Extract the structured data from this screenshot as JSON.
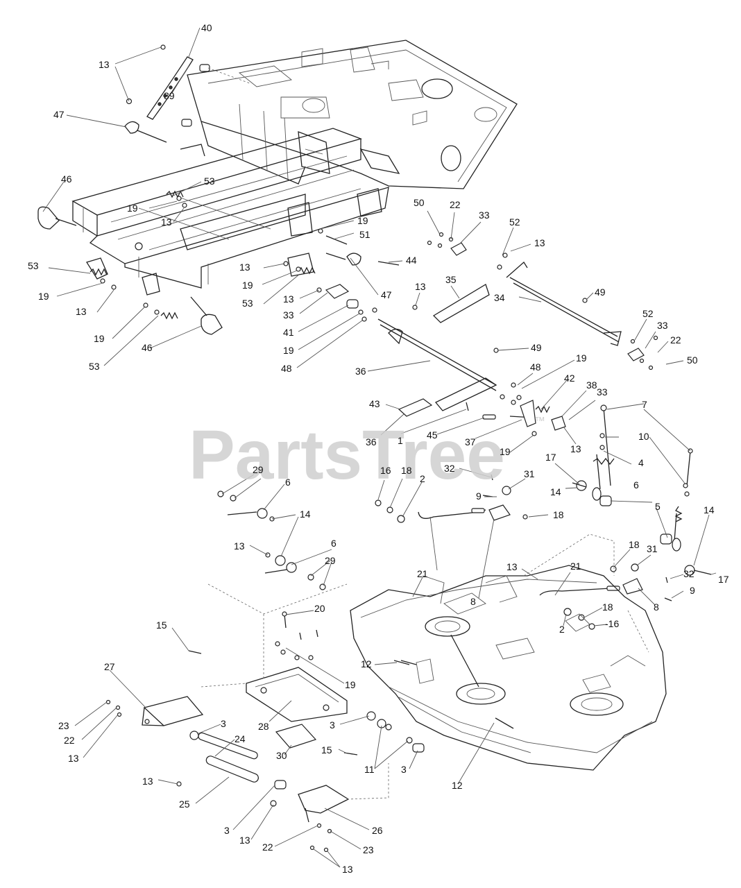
{
  "watermark": {
    "text": "PartsTree",
    "mark": "™"
  },
  "callouts": [
    {
      "id": "c40a",
      "label": "40"
    },
    {
      "id": "c13a",
      "label": "13"
    },
    {
      "id": "c39",
      "label": "39"
    },
    {
      "id": "c47a",
      "label": "47"
    },
    {
      "id": "c46a",
      "label": "46"
    },
    {
      "id": "c53a",
      "label": "53"
    },
    {
      "id": "c19a",
      "label": "19"
    },
    {
      "id": "c13b",
      "label": "13"
    },
    {
      "id": "c53b",
      "label": "53"
    },
    {
      "id": "c19b",
      "label": "19"
    },
    {
      "id": "c13c",
      "label": "13"
    },
    {
      "id": "c19c",
      "label": "19"
    },
    {
      "id": "c53c",
      "label": "53"
    },
    {
      "id": "c46b",
      "label": "46"
    },
    {
      "id": "c13d",
      "label": "13"
    },
    {
      "id": "c19d",
      "label": "19"
    },
    {
      "id": "c53d",
      "label": "53"
    },
    {
      "id": "c13e",
      "label": "13"
    },
    {
      "id": "c33a",
      "label": "33"
    },
    {
      "id": "c41",
      "label": "41"
    },
    {
      "id": "c19e",
      "label": "19"
    },
    {
      "id": "c48a",
      "label": "48"
    },
    {
      "id": "c19f",
      "label": "19"
    },
    {
      "id": "c51",
      "label": "51"
    },
    {
      "id": "c44",
      "label": "44"
    },
    {
      "id": "c47b",
      "label": "47"
    },
    {
      "id": "c50a",
      "label": "50"
    },
    {
      "id": "c22a",
      "label": "22"
    },
    {
      "id": "c33b",
      "label": "33"
    },
    {
      "id": "c52a",
      "label": "52"
    },
    {
      "id": "c13f",
      "label": "13"
    },
    {
      "id": "c13g",
      "label": "13"
    },
    {
      "id": "c35",
      "label": "35"
    },
    {
      "id": "c49a",
      "label": "49"
    },
    {
      "id": "c34",
      "label": "34"
    },
    {
      "id": "c49b",
      "label": "49"
    },
    {
      "id": "c52b",
      "label": "52"
    },
    {
      "id": "c33c",
      "label": "33"
    },
    {
      "id": "c22b",
      "label": "22"
    },
    {
      "id": "c50b",
      "label": "50"
    },
    {
      "id": "c36a",
      "label": "36"
    },
    {
      "id": "c48b",
      "label": "48"
    },
    {
      "id": "c19g",
      "label": "19"
    },
    {
      "id": "c42",
      "label": "42"
    },
    {
      "id": "c38",
      "label": "38"
    },
    {
      "id": "c33d",
      "label": "33"
    },
    {
      "id": "c7",
      "label": "7"
    },
    {
      "id": "c43",
      "label": "43"
    },
    {
      "id": "c36b",
      "label": "36"
    },
    {
      "id": "c1",
      "label": "1"
    },
    {
      "id": "c45",
      "label": "45"
    },
    {
      "id": "c37",
      "label": "37"
    },
    {
      "id": "c19h",
      "label": "19"
    },
    {
      "id": "c13h",
      "label": "13"
    },
    {
      "id": "c10",
      "label": "10"
    },
    {
      "id": "c4",
      "label": "4"
    },
    {
      "id": "c29a",
      "label": "29"
    },
    {
      "id": "c6a",
      "label": "6"
    },
    {
      "id": "c14a",
      "label": "14"
    },
    {
      "id": "c13i",
      "label": "13"
    },
    {
      "id": "c6b",
      "label": "6"
    },
    {
      "id": "c29b",
      "label": "29"
    },
    {
      "id": "c16a",
      "label": "16"
    },
    {
      "id": "c18a",
      "label": "18"
    },
    {
      "id": "c2a",
      "label": "2"
    },
    {
      "id": "c32a",
      "label": "32"
    },
    {
      "id": "c31a",
      "label": "31"
    },
    {
      "id": "c9a",
      "label": "9"
    },
    {
      "id": "c18b",
      "label": "18"
    },
    {
      "id": "c21a",
      "label": "21"
    },
    {
      "id": "c8a",
      "label": "8"
    },
    {
      "id": "c17a",
      "label": "17"
    },
    {
      "id": "c14b",
      "label": "14"
    },
    {
      "id": "c6c",
      "label": "6"
    },
    {
      "id": "c5",
      "label": "5"
    },
    {
      "id": "c14c",
      "label": "14"
    },
    {
      "id": "c17b",
      "label": "17"
    },
    {
      "id": "c13j",
      "label": "13"
    },
    {
      "id": "c21b",
      "label": "21"
    },
    {
      "id": "c18c",
      "label": "18"
    },
    {
      "id": "c31b",
      "label": "31"
    },
    {
      "id": "c32b",
      "label": "32"
    },
    {
      "id": "c9b",
      "label": "9"
    },
    {
      "id": "c8b",
      "label": "8"
    },
    {
      "id": "c18d",
      "label": "18"
    },
    {
      "id": "c2b",
      "label": "2"
    },
    {
      "id": "c16b",
      "label": "-16"
    },
    {
      "id": "c20",
      "label": "20"
    },
    {
      "id": "c15a",
      "label": "15"
    },
    {
      "id": "c27",
      "label": "27"
    },
    {
      "id": "c12a",
      "label": "12"
    },
    {
      "id": "c19i",
      "label": "19"
    },
    {
      "id": "c23a",
      "label": "23"
    },
    {
      "id": "c22c",
      "label": "22"
    },
    {
      "id": "c13k",
      "label": "13"
    },
    {
      "id": "c3a",
      "label": "3"
    },
    {
      "id": "c24",
      "label": "24"
    },
    {
      "id": "c28",
      "label": "28"
    },
    {
      "id": "c3b",
      "label": "3"
    },
    {
      "id": "c30",
      "label": "30"
    },
    {
      "id": "c15b",
      "label": "15"
    },
    {
      "id": "c11",
      "label": "11"
    },
    {
      "id": "c3c",
      "label": "3"
    },
    {
      "id": "c12b",
      "label": "12"
    },
    {
      "id": "c13l",
      "label": "13"
    },
    {
      "id": "c25",
      "label": "25"
    },
    {
      "id": "c3d",
      "label": "3"
    },
    {
      "id": "c26",
      "label": "26"
    },
    {
      "id": "c13m",
      "label": "13"
    },
    {
      "id": "c22d",
      "label": "22"
    },
    {
      "id": "c23b",
      "label": "23"
    },
    {
      "id": "c13n",
      "label": "13"
    }
  ]
}
